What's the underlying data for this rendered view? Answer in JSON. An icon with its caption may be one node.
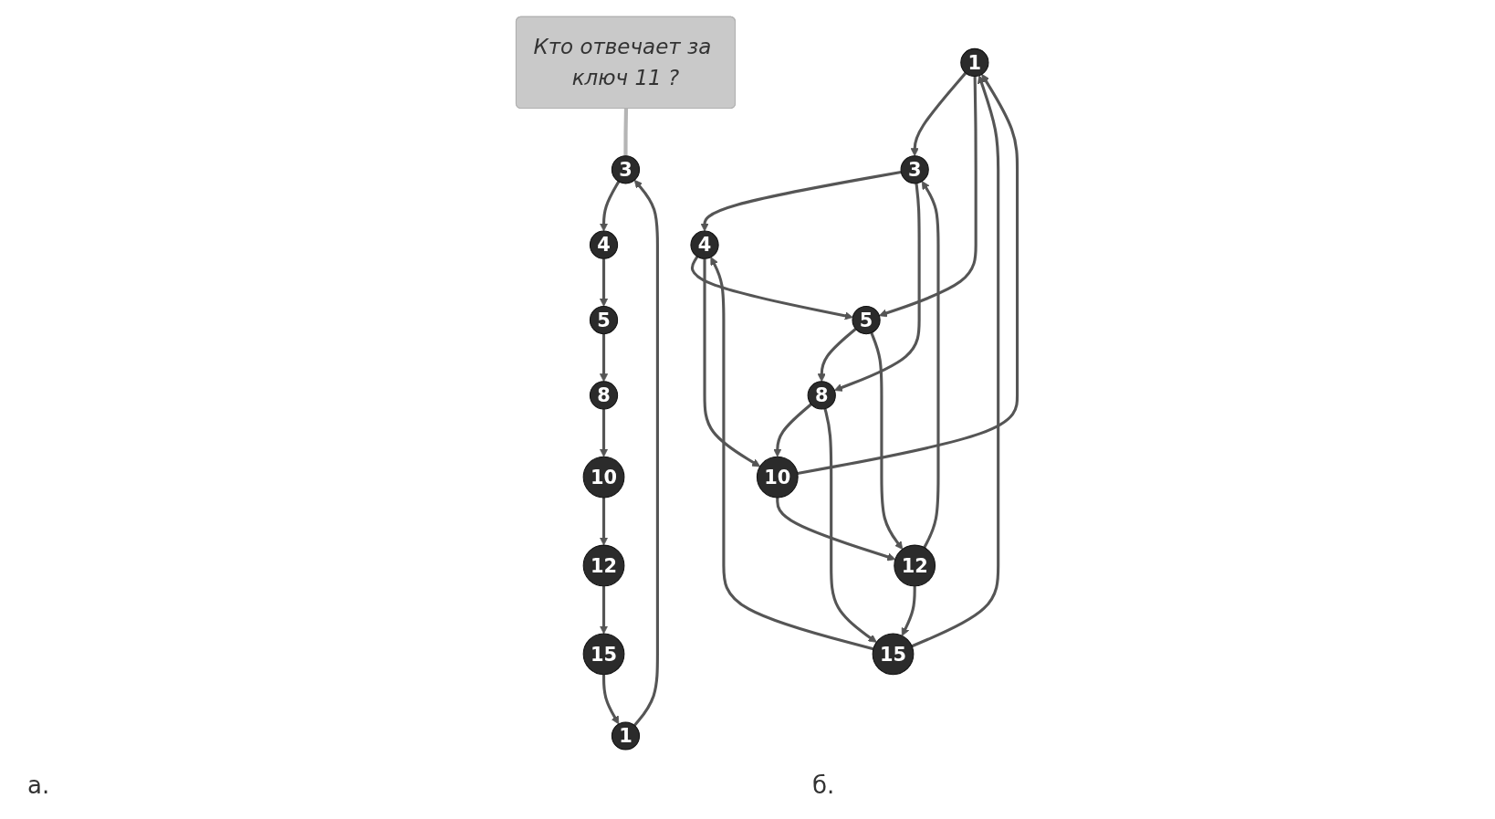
{
  "diagram": {
    "nodes": [
      {
        "text": [
          "1"
        ]
      },
      {
        "text": [
          "3"
        ]
      },
      {
        "text": [
          "4"
        ]
      },
      {
        "text": [
          "5"
        ]
      },
      {
        "text": [
          "8"
        ]
      },
      {
        "text": [
          "10"
        ]
      },
      {
        "text": [
          "12"
        ]
      },
      {
        "text": [
          "15"
        ]
      },
      {
        "text": [
          "Кто отвечает за ключ 11 ?"
        ]
      },
      {
        "text": [
          "1"
        ]
      },
      {
        "text": [
          "3"
        ]
      },
      {
        "text": [
          "4"
        ]
      },
      {
        "text": [
          "5"
        ]
      },
      {
        "text": [
          "8"
        ]
      },
      {
        "text": [
          "10"
        ]
      },
      {
        "text": [
          "12"
        ]
      },
      {
        "text": [
          "15"
        ]
      }
    ],
    "edges": [
      {
        "from": 0,
        "to": 1,
        "arrow": "to"
      },
      {
        "from": 1,
        "to": 2,
        "arrow": "to"
      },
      {
        "from": 2,
        "to": 3,
        "arrow": "to"
      },
      {
        "from": 3,
        "to": 4,
        "arrow": "to"
      },
      {
        "from": 4,
        "to": 5,
        "arrow": "to"
      },
      {
        "from": 5,
        "to": 6,
        "arrow": "to"
      },
      {
        "from": 6,
        "to": 7,
        "arrow": "to"
      },
      {
        "from": 7,
        "to": 0,
        "arrow": "to"
      },
      {
        "from": 8,
        "to": 1,
        "arrow": "none",
        "color": "#b5b5b5"
      },
      {
        "from": 9,
        "to": 10,
        "arrow": "to"
      },
      {
        "from": 10,
        "to": 11,
        "arrow": "to"
      },
      {
        "from": 11,
        "to": 12,
        "arrow": "to"
      },
      {
        "from": 12,
        "to": 13,
        "arrow": "to"
      },
      {
        "from": 13,
        "to": 14,
        "arrow": "to"
      },
      {
        "from": 14,
        "to": 15,
        "arrow": "to"
      },
      {
        "from": 15,
        "to": 16,
        "arrow": "to"
      },
      {
        "from": 16,
        "to": 9,
        "arrow": "to"
      },
      {
        "from": 9,
        "to": 12,
        "arrow": "to"
      },
      {
        "from": 14,
        "to": 9,
        "arrow": "to"
      },
      {
        "from": 15,
        "to": 10,
        "arrow": "to"
      },
      {
        "from": 10,
        "to": 13,
        "arrow": "to"
      },
      {
        "from": 16,
        "to": 11,
        "arrow": "to"
      },
      {
        "from": 11,
        "to": 14,
        "arrow": "to"
      },
      {
        "from": 12,
        "to": 15,
        "arrow": "to"
      },
      {
        "from": 13,
        "to": 16,
        "arrow": "to"
      }
    ],
    "labels": [
      "а.",
      "б."
    ]
  }
}
